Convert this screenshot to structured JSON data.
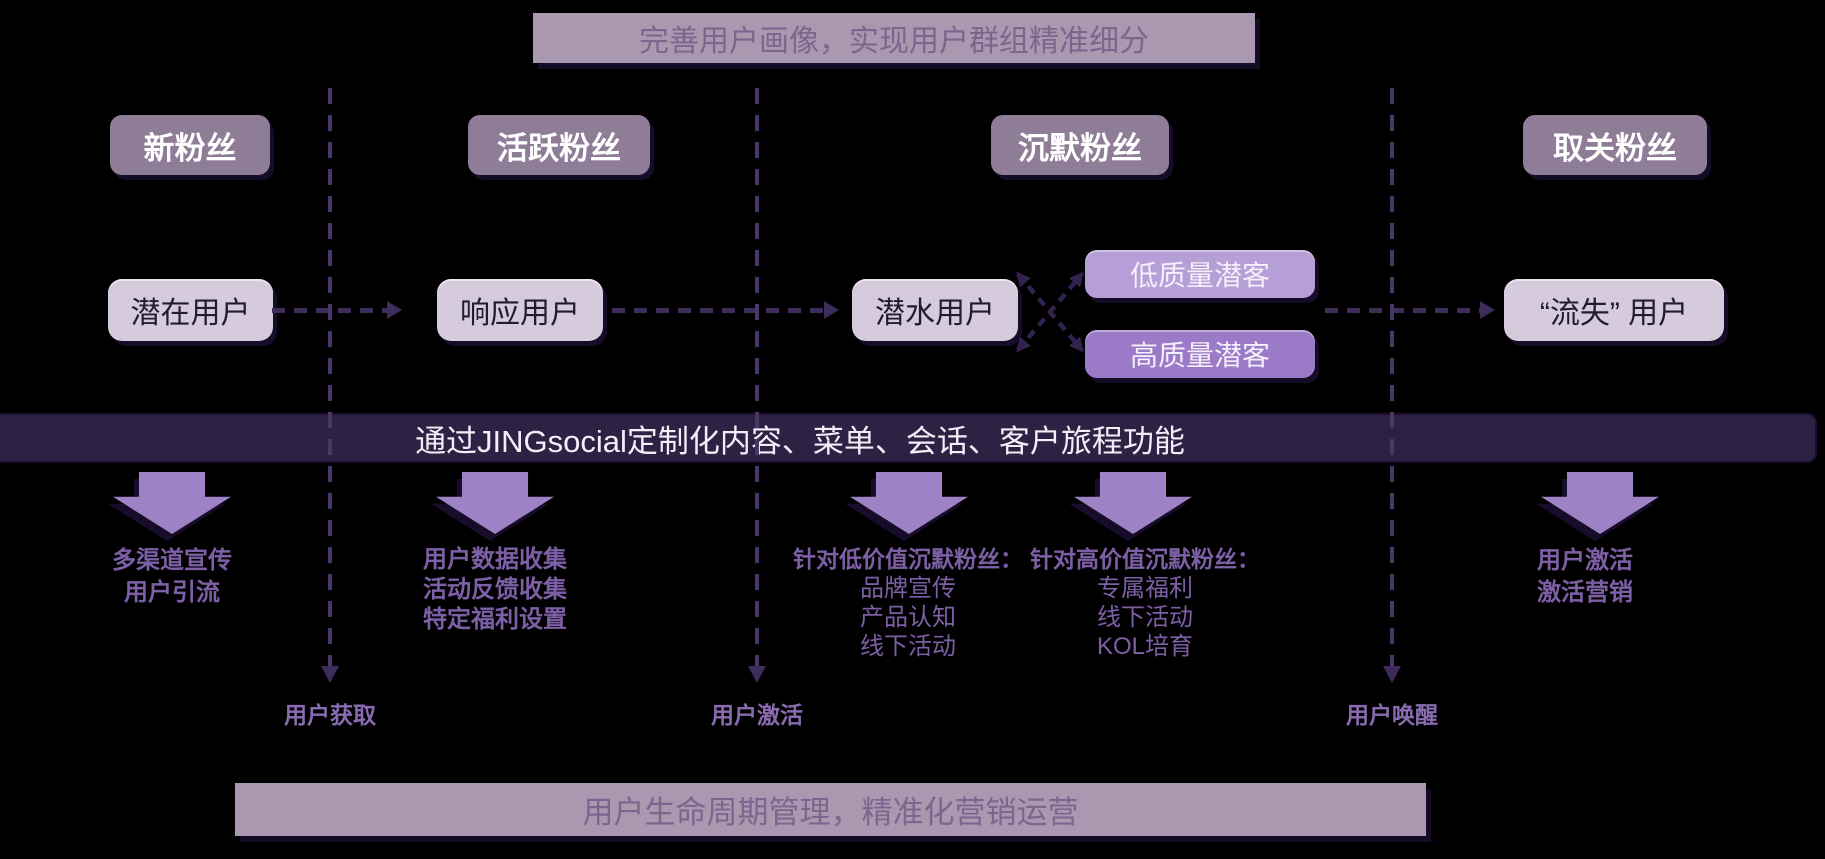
{
  "banners": {
    "top": "完善用户画像，实现用户群组精准细分",
    "bottom": "用户生命周期管理，精准化营销运营"
  },
  "middle_bar": {
    "label": "通过JINGsocial定制化内容、菜单、会话、客户旅程功能"
  },
  "stages": [
    {
      "header": "新粉丝",
      "box": "潜在用户"
    },
    {
      "header": "活跃粉丝",
      "box": "响应用户"
    },
    {
      "header": "沉默粉丝",
      "box": "潜水用户",
      "branch_low": "低质量潜客",
      "branch_high": "高质量潜客"
    },
    {
      "header": "取关粉丝",
      "box": "“流失” 用户"
    }
  ],
  "action_columns": [
    {
      "lines": [
        "多渠道宣传",
        "用户引流"
      ]
    },
    {
      "lines": [
        "用户数据收集",
        "活动反馈收集",
        "特定福利设置"
      ]
    },
    {
      "title": "针对低价值沉默粉丝：",
      "lines": [
        "品牌宣传",
        "产品认知",
        "线下活动"
      ]
    },
    {
      "title": "针对高价值沉默粉丝：",
      "lines": [
        "专属福利",
        "线下活动",
        "KOL培育"
      ]
    },
    {
      "lines": [
        "用户激活",
        "激活营销"
      ]
    }
  ],
  "phase_labels": [
    "用户获取",
    "用户激活",
    "用户唤醒"
  ],
  "colors": {
    "background": "#000000",
    "header_box": "#8f7d98",
    "light_box": "#d6cbdd",
    "branch_low_box": "#b69ed7",
    "branch_high_box": "#9b7bc7",
    "middle_bar": "#2e2244",
    "banner": "#aa97b0",
    "banner_text": "#7c668e",
    "block_arrow": "#9e82c6",
    "body_text": "#7d5fa6",
    "phase_label_text": "#8a6bb1",
    "dash_line": "#4a3668"
  }
}
